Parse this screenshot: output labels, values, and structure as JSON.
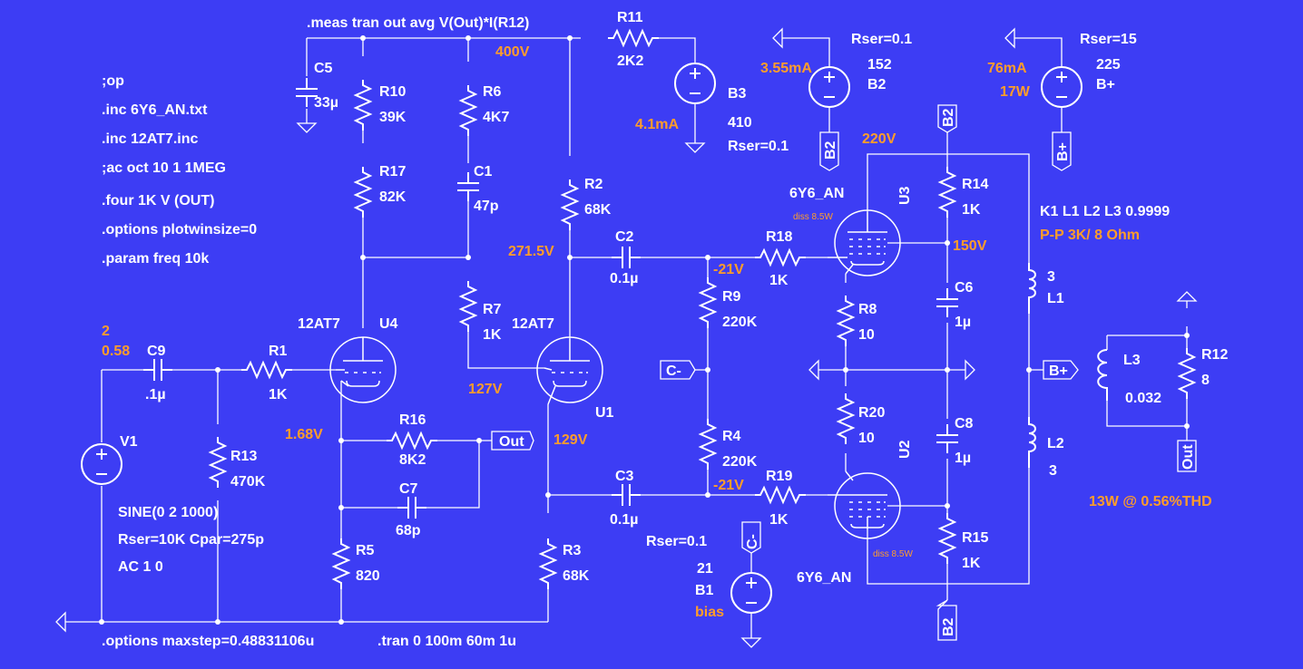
{
  "directives": {
    "meas": ".meas tran out avg V(Out)*I(R12)",
    "op": ";op",
    "inc1": ".inc 6Y6_AN.txt",
    "inc2": ".inc 12AT7.inc",
    "ac": ";ac oct 10 1 1MEG",
    "four": ".four 1K V (OUT)",
    "options_plot": ".options plotwinsize=0",
    "param": ".param freq 10k",
    "options_step": ".options maxstep=0.48831106u",
    "tran": ".tran 0 100m 60m 1u",
    "coupling": "K1 L1 L2 L3 0.9999",
    "transformer_note": "P-P 3K/ 8 Ohm",
    "result": "13W @ 0.56%THD"
  },
  "components": {
    "R1": {
      "name": "R1",
      "value": "1K"
    },
    "R2": {
      "name": "R2",
      "value": "68K"
    },
    "R3": {
      "name": "R3",
      "value": "68K"
    },
    "R4": {
      "name": "R4",
      "value": "220K"
    },
    "R5": {
      "name": "R5",
      "value": "820"
    },
    "R6": {
      "name": "R6",
      "value": "4K7"
    },
    "R7": {
      "name": "R7",
      "value": "1K"
    },
    "R8": {
      "name": "R8",
      "value": "10"
    },
    "R9": {
      "name": "R9",
      "value": "220K"
    },
    "R10": {
      "name": "R10",
      "value": "39K"
    },
    "R11": {
      "name": "R11",
      "value": "2K2"
    },
    "R12": {
      "name": "R12",
      "value": "8"
    },
    "R13": {
      "name": "R13",
      "value": "470K"
    },
    "R14": {
      "name": "R14",
      "value": "1K"
    },
    "R15": {
      "name": "R15",
      "value": "1K"
    },
    "R16": {
      "name": "R16",
      "value": "8K2"
    },
    "R17": {
      "name": "R17",
      "value": "82K"
    },
    "R18": {
      "name": "R18",
      "value": "1K"
    },
    "R19": {
      "name": "R19",
      "value": "1K"
    },
    "R20": {
      "name": "R20",
      "value": "10"
    },
    "C1": {
      "name": "C1",
      "value": "47p"
    },
    "C2": {
      "name": "C2",
      "value": "0.1µ"
    },
    "C3": {
      "name": "C3",
      "value": "0.1µ"
    },
    "C5": {
      "name": "C5",
      "value": "33µ"
    },
    "C6": {
      "name": "C6",
      "value": "1µ"
    },
    "C7": {
      "name": "C7",
      "value": "68p"
    },
    "C8": {
      "name": "C8",
      "value": "1µ"
    },
    "C9": {
      "name": "C9",
      "value": ".1µ"
    },
    "L1": {
      "name": "L1",
      "value": "3"
    },
    "L2": {
      "name": "L2",
      "value": "3"
    },
    "L3": {
      "name": "L3",
      "value": "0.032"
    },
    "U1": {
      "name": "U1",
      "model": "12AT7"
    },
    "U2": {
      "name": "U2",
      "model": "6Y6_AN",
      "diss": "diss 8.5W"
    },
    "U3": {
      "name": "U3",
      "model": "6Y6_AN",
      "diss": "diss 8.5W"
    },
    "U4": {
      "name": "U4",
      "model": "12AT7"
    },
    "V1": {
      "name": "V1",
      "wave": "SINE(0 2 1000)",
      "params": "Rser=10K Cpar=275p",
      "ac": "AC 1 0",
      "amp_label": "2",
      "amp_val": "0.58"
    },
    "B1": {
      "name": "B1",
      "value": "21",
      "rser": "Rser=0.1",
      "label": "bias"
    },
    "B2": {
      "name": "B2",
      "value": "152",
      "rser": "Rser=0.1",
      "current": "3.55mA"
    },
    "B3": {
      "name": "B3",
      "value": "410",
      "rser": "Rser=0.1",
      "current": "4.1mA"
    },
    "Bplus": {
      "name": "B+",
      "value": "225",
      "rser": "Rser=15",
      "current": "76mA",
      "power": "17W"
    }
  },
  "voltages": {
    "v400": "400V",
    "v271": "271.5V",
    "v127": "127V",
    "v129": "129V",
    "v168": "1.68V",
    "v220": "220V",
    "v150": "150V",
    "vneg1": "-21V",
    "vneg2": "-21V"
  },
  "nets": {
    "out": "Out",
    "cminus": "C-",
    "bplus": "B+",
    "b2": "B2"
  }
}
